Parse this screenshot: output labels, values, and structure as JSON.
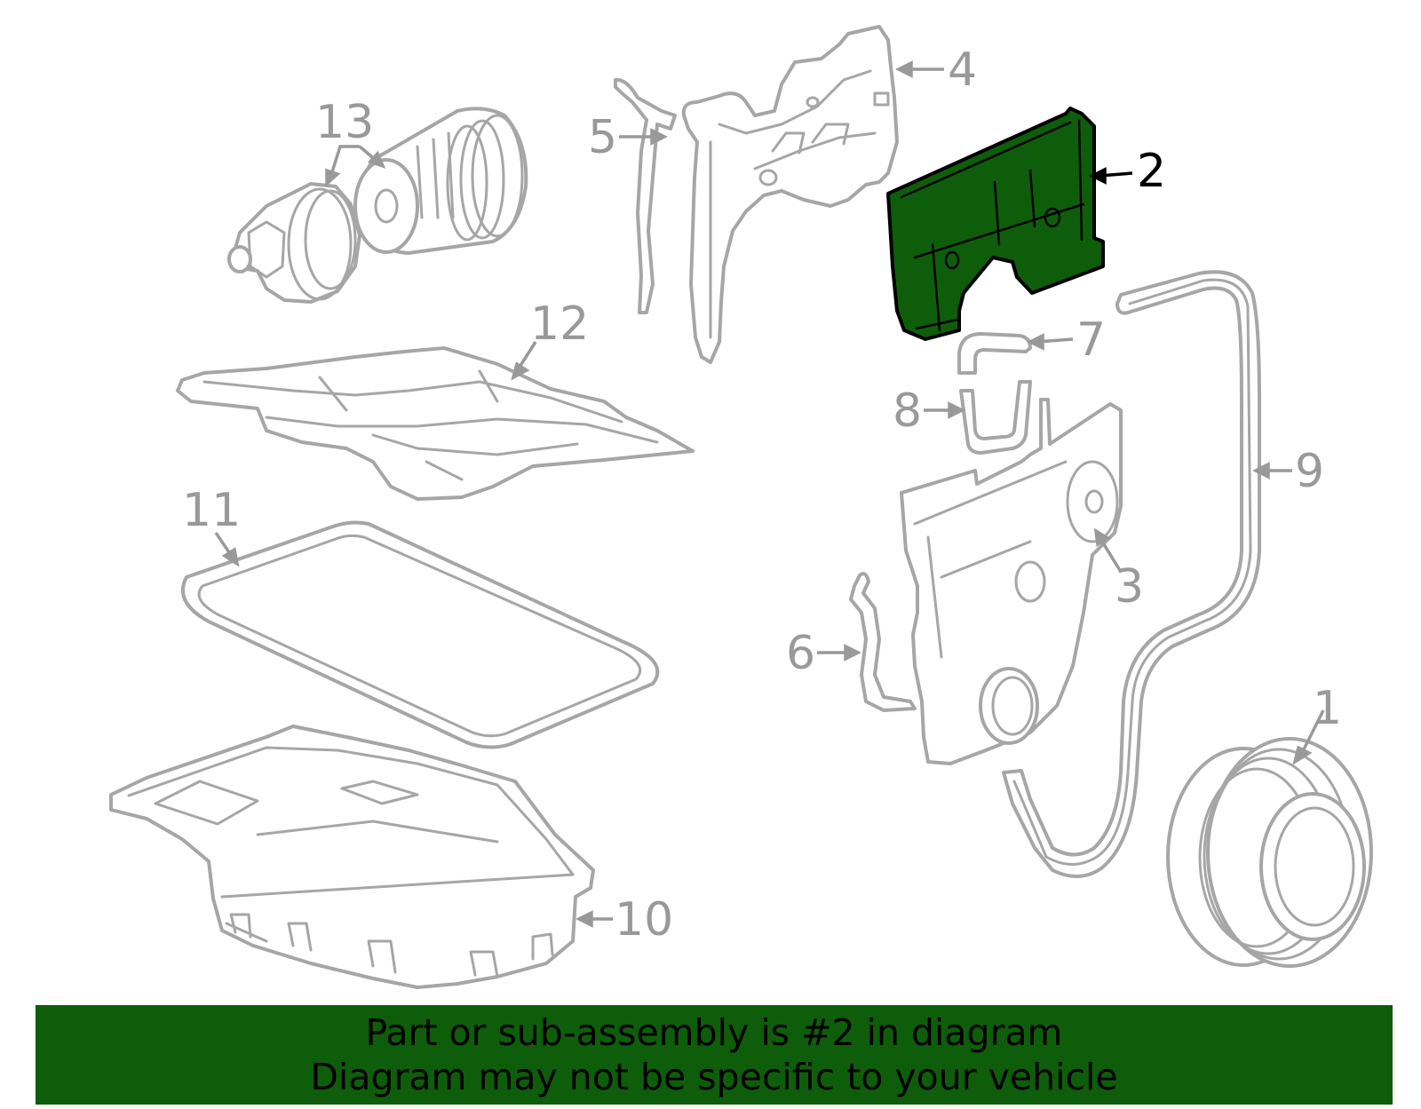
{
  "colors": {
    "highlight": "#0e5d0a",
    "line": "#a6a6a6",
    "label": "#999999",
    "active_label": "#000000"
  },
  "callouts": [
    {
      "id": "1",
      "label": "1",
      "active": false
    },
    {
      "id": "2",
      "label": "2",
      "active": true
    },
    {
      "id": "3",
      "label": "3",
      "active": false
    },
    {
      "id": "4",
      "label": "4",
      "active": false
    },
    {
      "id": "5",
      "label": "5",
      "active": false
    },
    {
      "id": "6",
      "label": "6",
      "active": false
    },
    {
      "id": "7",
      "label": "7",
      "active": false
    },
    {
      "id": "8",
      "label": "8",
      "active": false
    },
    {
      "id": "9",
      "label": "9",
      "active": false
    },
    {
      "id": "10",
      "label": "10",
      "active": false
    },
    {
      "id": "11",
      "label": "11",
      "active": false
    },
    {
      "id": "12",
      "label": "12",
      "active": false
    },
    {
      "id": "13",
      "label": "13",
      "active": false
    }
  ],
  "banner": {
    "line1": "Part or sub-assembly is #2 in diagram",
    "line2": "Diagram may not be specific to your vehicle"
  }
}
